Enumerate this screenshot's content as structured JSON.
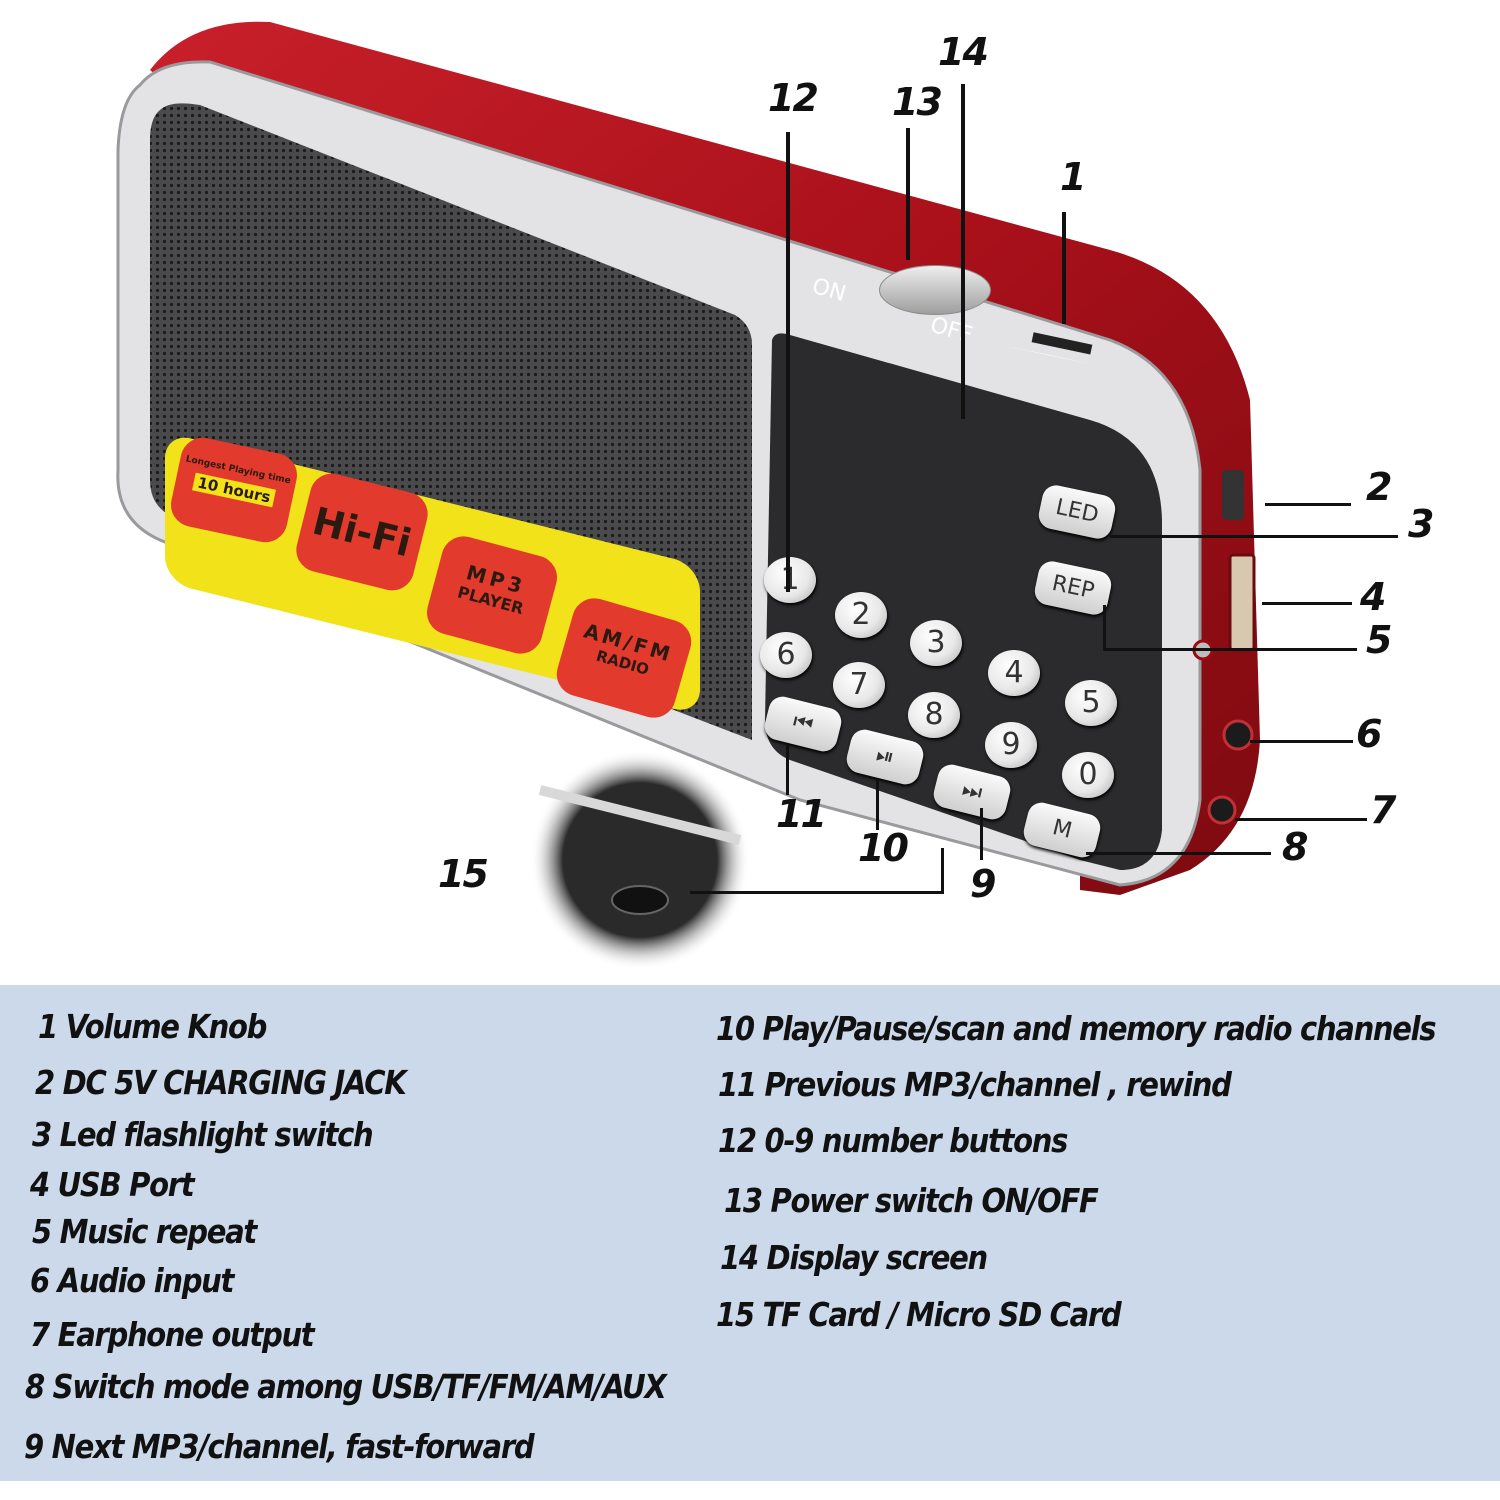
{
  "product": {
    "sticker": {
      "battery_caption": "Longest Playing time",
      "battery_hours": "10 hours",
      "hifi": "Hi-Fi",
      "mp3_line1": "MP3",
      "mp3_line2": "PLAYER",
      "radio_line1": "AM/FM",
      "radio_line2": "RADIO"
    },
    "switch": {
      "on_label": "ON",
      "off_label": "OFF"
    },
    "buttons": {
      "led": "LED",
      "rep": "REP",
      "mode": "M",
      "numbers": [
        "1",
        "2",
        "3",
        "4",
        "5",
        "6",
        "7",
        "8",
        "9",
        "0"
      ],
      "prev_icon": "⏮",
      "playpause_icon": "⏯",
      "next_icon": "⏭"
    },
    "colors": {
      "body_red": "#b8141c",
      "panel_black": "#2b2b2d",
      "legend_bg": "#cbd9ea",
      "sticker_red": "#e23a2c",
      "sticker_yellow": "#f1e21a"
    }
  },
  "callouts": [
    "1",
    "2",
    "3",
    "4",
    "5",
    "6",
    "7",
    "8",
    "9",
    "10",
    "11",
    "12",
    "13",
    "14",
    "15"
  ],
  "legend": {
    "left": [
      "1 Volume Knob",
      "2  DC 5V CHARGING JACK",
      "3  Led flashlight switch",
      "4 USB Port",
      "5 Music repeat",
      "6 Audio input",
      "7 Earphone output",
      "8 Switch mode among USB/TF/FM/AM/AUX",
      "9 Next MP3/channel, fast-forward"
    ],
    "right": [
      "10 Play/Pause/scan and memory radio channels",
      "11 Previous MP3/channel , rewind",
      "12 0-9 number buttons",
      "13 Power switch ON/OFF",
      "14 Display screen",
      "15 TF Card / Micro SD Card"
    ]
  }
}
